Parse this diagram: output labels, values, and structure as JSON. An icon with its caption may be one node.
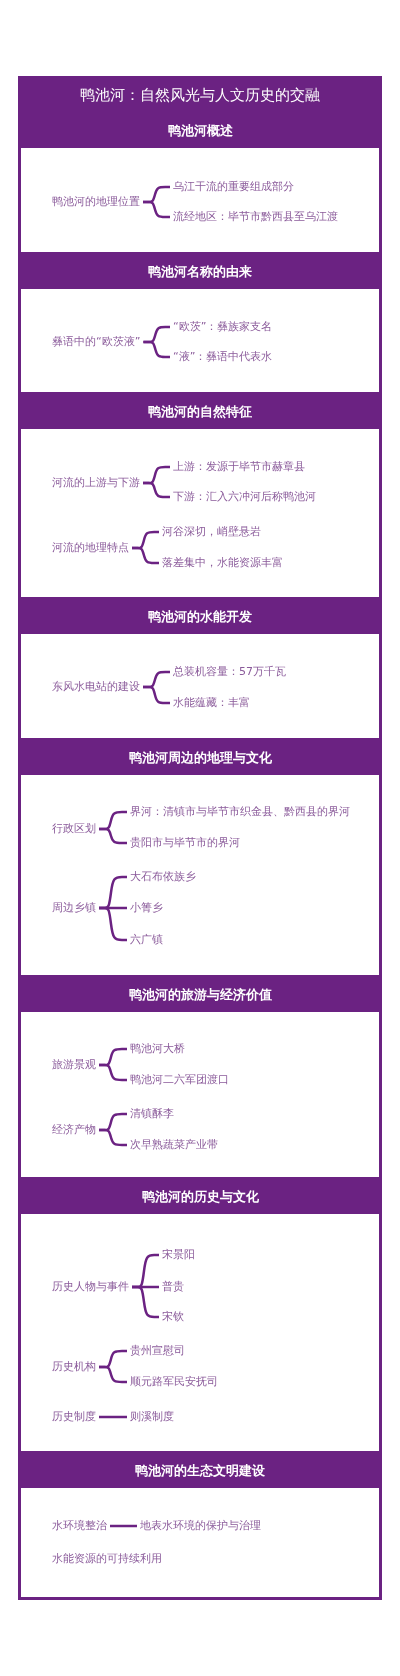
{
  "diagram": {
    "title": "鸭池河：自然风光与人文历史的交融",
    "nodes": [
      {
        "text": [
          "鸭池河概述"
        ]
      },
      {
        "text": [
          "鸭池河的地理位置"
        ],
        "in": 0
      },
      {
        "text": [
          "乌江干流的重要组成部分"
        ],
        "in": 0
      },
      {
        "text": [
          "流经地区：毕节市黔西县至乌江渡"
        ],
        "in": 0
      },
      {
        "text": [
          "鸭池河名称的由来"
        ]
      },
      {
        "text": [
          "彝语中的“欧茨液”"
        ],
        "in": 4
      },
      {
        "text": [
          "“欧茨”：彝族家支名"
        ],
        "in": 4
      },
      {
        "text": [
          "“液”：彝语中代表水"
        ],
        "in": 4
      },
      {
        "text": [
          "鸭池河的自然特征"
        ]
      },
      {
        "text": [
          "河流的上游与下游"
        ],
        "in": 8
      },
      {
        "text": [
          "上游：发源于毕节市赫章县"
        ],
        "in": 8
      },
      {
        "text": [
          "下游：汇入六冲河后称鸭池河"
        ],
        "in": 8
      },
      {
        "text": [
          "河流的地理特点"
        ],
        "in": 8
      },
      {
        "text": [
          "河谷深切，峭壁悬岩"
        ],
        "in": 8
      },
      {
        "text": [
          "落差集中，水能资源丰富"
        ],
        "in": 8
      },
      {
        "text": [
          "鸭池河的水能开发"
        ]
      },
      {
        "text": [
          "东风水电站的建设"
        ],
        "in": 15
      },
      {
        "text": [
          "总装机容量：57万千瓦"
        ],
        "in": 15
      },
      {
        "text": [
          "水能蕴藏：丰富"
        ],
        "in": 15
      },
      {
        "text": [
          "鸭池河周边的地理与文化"
        ]
      },
      {
        "text": [
          "行政区划"
        ],
        "in": 19
      },
      {
        "text": [
          "界河：清镇市与毕节市织金县、黔西县的界河"
        ],
        "in": 19
      },
      {
        "text": [
          "贵阳市与毕节市的界河"
        ],
        "in": 19
      },
      {
        "text": [
          "周边乡镇"
        ],
        "in": 19
      },
      {
        "text": [
          "大石布依族乡"
        ],
        "in": 19
      },
      {
        "text": [
          "小箐乡"
        ],
        "in": 19
      },
      {
        "text": [
          "六广镇"
        ],
        "in": 19
      },
      {
        "text": [
          "鸭池河的旅游与经济价值"
        ]
      },
      {
        "text": [
          "旅游景观"
        ],
        "in": 27
      },
      {
        "text": [
          "鸭池河大桥"
        ],
        "in": 27
      },
      {
        "text": [
          "鸭池河二六军团渡口"
        ],
        "in": 27
      },
      {
        "text": [
          "经济产物"
        ],
        "in": 27
      },
      {
        "text": [
          "清镇酥李"
        ],
        "in": 27
      },
      {
        "text": [
          "次早熟蔬菜产业带"
        ],
        "in": 27
      },
      {
        "text": [
          "鸭池河的历史与文化"
        ]
      },
      {
        "text": [
          "历史人物与事件"
        ],
        "in": 34
      },
      {
        "text": [
          "宋景阳"
        ],
        "in": 34
      },
      {
        "text": [
          "普贵"
        ],
        "in": 34
      },
      {
        "text": [
          "宋钦"
        ],
        "in": 34
      },
      {
        "text": [
          "历史机构"
        ],
        "in": 34
      },
      {
        "text": [
          "贵州宣慰司"
        ],
        "in": 34
      },
      {
        "text": [
          "顺元路军民安抚司"
        ],
        "in": 34
      },
      {
        "text": [
          "历史制度"
        ],
        "in": 34
      },
      {
        "text": [
          "则溪制度"
        ],
        "in": 34
      },
      {
        "text": [
          "鸭池河的生态文明建设"
        ]
      },
      {
        "text": [
          "水环境整治"
        ],
        "in": 44
      },
      {
        "text": [
          "地表水环境的保护与治理"
        ],
        "in": 44
      },
      {
        "text": [
          "水能资源的可持续利用"
        ],
        "in": 44
      }
    ],
    "edges": [
      {
        "from": 1,
        "to": 2,
        "arrow": "none"
      },
      {
        "from": 1,
        "to": 3,
        "arrow": "none"
      },
      {
        "from": 5,
        "to": 6,
        "arrow": "none"
      },
      {
        "from": 5,
        "to": 7,
        "arrow": "none"
      },
      {
        "from": 9,
        "to": 10,
        "arrow": "none"
      },
      {
        "from": 9,
        "to": 11,
        "arrow": "none"
      },
      {
        "from": 12,
        "to": 13,
        "arrow": "none"
      },
      {
        "from": 12,
        "to": 14,
        "arrow": "none"
      },
      {
        "from": 16,
        "to": 17,
        "arrow": "none"
      },
      {
        "from": 16,
        "to": 18,
        "arrow": "none"
      },
      {
        "from": 20,
        "to": 21,
        "arrow": "none"
      },
      {
        "from": 20,
        "to": 22,
        "arrow": "none"
      },
      {
        "from": 23,
        "to": 24,
        "arrow": "none"
      },
      {
        "from": 23,
        "to": 25,
        "arrow": "none"
      },
      {
        "from": 23,
        "to": 26,
        "arrow": "none"
      },
      {
        "from": 28,
        "to": 29,
        "arrow": "none"
      },
      {
        "from": 28,
        "to": 30,
        "arrow": "none"
      },
      {
        "from": 31,
        "to": 32,
        "arrow": "none"
      },
      {
        "from": 31,
        "to": 33,
        "arrow": "none"
      },
      {
        "from": 35,
        "to": 36,
        "arrow": "none"
      },
      {
        "from": 35,
        "to": 37,
        "arrow": "none"
      },
      {
        "from": 35,
        "to": 38,
        "arrow": "none"
      },
      {
        "from": 39,
        "to": 40,
        "arrow": "none"
      },
      {
        "from": 39,
        "to": 41,
        "arrow": "none"
      },
      {
        "from": 42,
        "to": 43,
        "arrow": "none"
      },
      {
        "from": 45,
        "to": 46,
        "arrow": "none"
      }
    ]
  }
}
